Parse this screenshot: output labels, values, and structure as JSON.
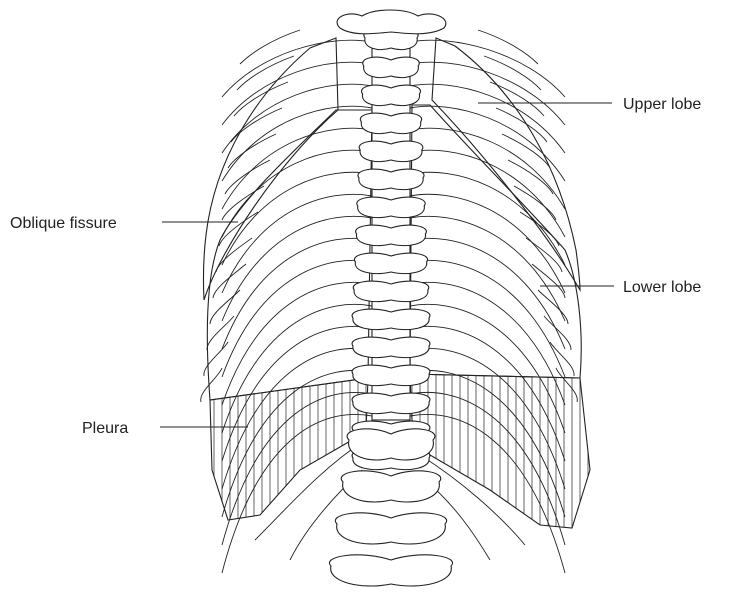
{
  "labels": {
    "upper_lobe": "Upper lobe",
    "oblique_fissure": "Oblique fissure",
    "lower_lobe": "Lower lobe",
    "pleura": "Pleura"
  },
  "colors": {
    "upper_lobe": "#8a8a8a",
    "lower_lobe": "#e6e6e6",
    "pleura": "#ffffff",
    "line": "#222222"
  }
}
